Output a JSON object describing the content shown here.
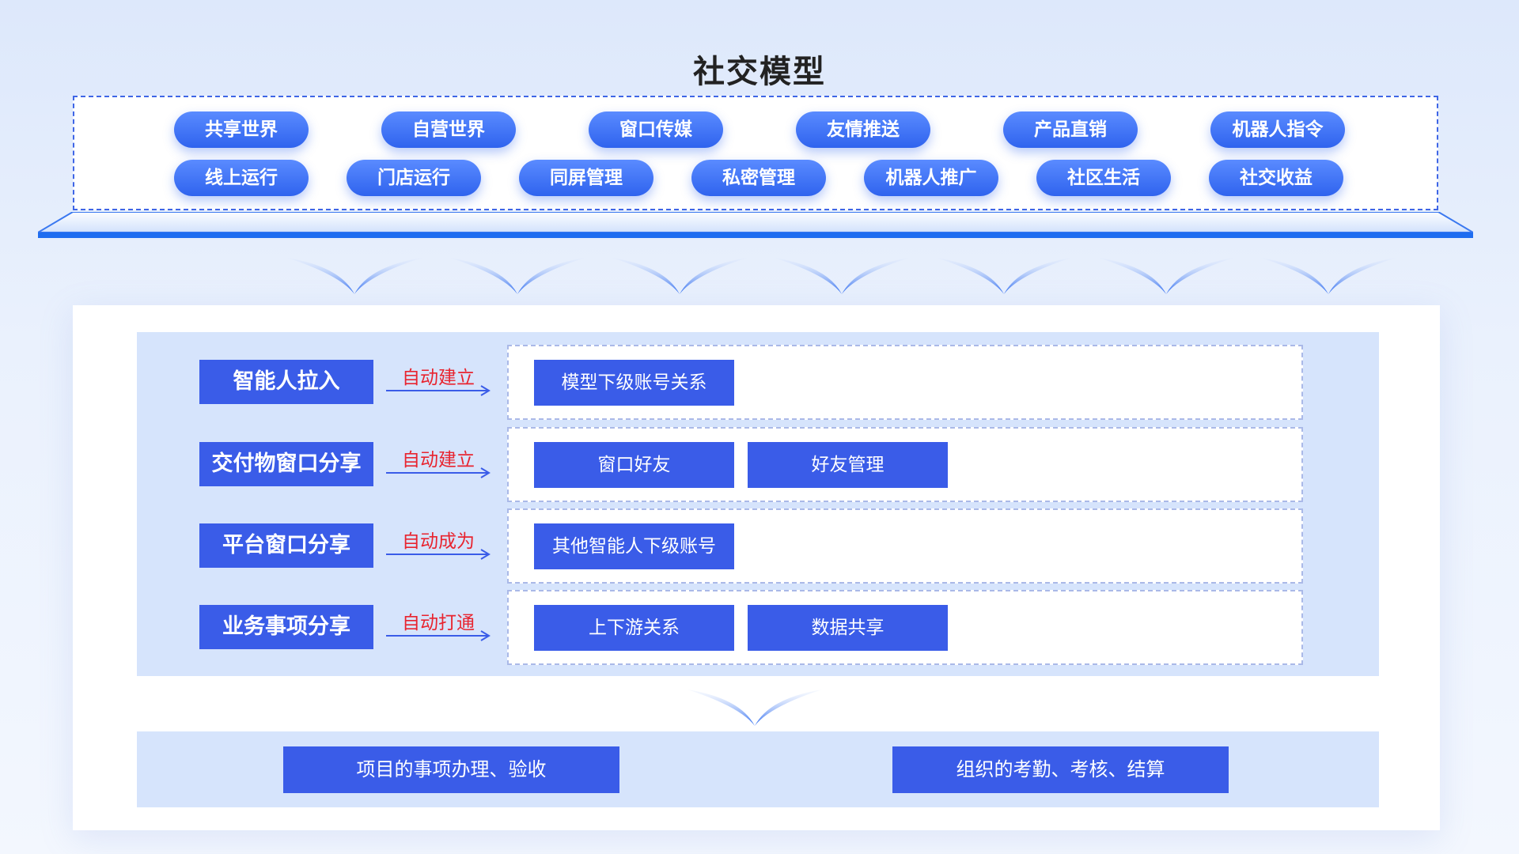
{
  "title": "社交模型",
  "tags_row1": [
    "共享世界",
    "自营世界",
    "窗口传媒",
    "友情推送",
    "产品直销",
    "机器人指令"
  ],
  "tags_row2": [
    "线上运行",
    "门店运行",
    "同屏管理",
    "私密管理",
    "机器人推广",
    "社区生活",
    "社交收益"
  ],
  "flows": [
    {
      "label": "智能人拉入",
      "action": "自动建立",
      "items": [
        "模型下级账号关系"
      ]
    },
    {
      "label": "交付物窗口分享",
      "action": "自动建立",
      "items": [
        "窗口好友",
        "好友管理"
      ]
    },
    {
      "label": "平台窗口分享",
      "action": "自动成为",
      "items": [
        "其他智能人下级账号"
      ]
    },
    {
      "label": "业务事项分享",
      "action": "自动打通",
      "items": [
        "上下游关系",
        "数据共享"
      ]
    }
  ],
  "outcomes": [
    "项目的事项办理、验收",
    "组织的考勤、考核、结算"
  ],
  "colors": {
    "accent": "#3a5ce8",
    "tag": "#2f63ee",
    "action_text": "#e8242f",
    "panel": "#d6e4fc"
  }
}
